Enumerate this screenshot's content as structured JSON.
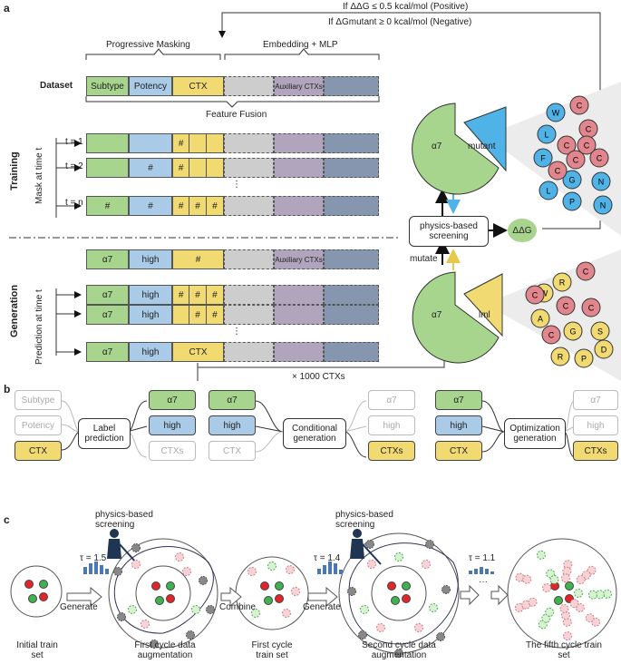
{
  "panel_labels": {
    "a": "a",
    "b": "b",
    "c": "c"
  },
  "top_conditions": {
    "positive": "If  ΔΔG ≤ 0.5 kcal/mol (Positive)",
    "negative": "If  ΔGmutant ≥ 0 kcal/mol (Negative)"
  },
  "headers": {
    "progressive": "Progressive Masking",
    "embedding": "Embedding + MLP",
    "dataset": "Dataset",
    "feature_fusion": "Feature Fusion"
  },
  "dataset_bar": {
    "subtype": "Subtype",
    "potency": "Potency",
    "ctx": "CTX",
    "aux": "Auxiliary CTXs"
  },
  "training": {
    "label": "Training",
    "mask_label": "Mask at time t",
    "t1": "t = 1",
    "t2": "t = 2",
    "tn": "t = n",
    "hash": "#",
    "dots": "⋮"
  },
  "generation": {
    "label": "Generation",
    "pred_label": "Prediction at time t",
    "a7": "α7",
    "high": "high",
    "hash": "#",
    "ctx": "CTX",
    "aux": "Auxiliary CTXs",
    "dots": "⋮",
    "count": "× 1000 CTXs"
  },
  "screening": {
    "box": "physics-based screening",
    "mutate": "mutate",
    "ddg": "ΔΔG",
    "a7": "α7",
    "mutant": "mutant",
    "lml": "lml"
  },
  "seq_top": [
    "W",
    "C",
    "C",
    "L",
    "C",
    "F",
    "C",
    "C",
    "G",
    "N",
    "L",
    "P",
    "N",
    "C",
    "C"
  ],
  "seq_bottom": [
    "W",
    "R",
    "C",
    "A",
    "C",
    "C",
    "G",
    "S",
    "C",
    "R",
    "P",
    "D",
    "C"
  ],
  "panel_b": {
    "g1": {
      "in": [
        "Subtype",
        "Potency",
        "CTX"
      ],
      "box": "Label prediction",
      "out": [
        "α7",
        "high",
        "CTXs"
      ]
    },
    "g2": {
      "in": [
        "α7",
        "high",
        "CTX"
      ],
      "box": "Conditional generation",
      "out": [
        "α7",
        "high",
        "CTXs"
      ]
    },
    "g3": {
      "in": [
        "α7",
        "high",
        "CTX"
      ],
      "box": "Optimization generation",
      "out": [
        "α7",
        "high",
        "CTXs"
      ]
    }
  },
  "panel_c": {
    "screening1": "physics-based screening",
    "screening2": "physics-based screening",
    "tau1": "τ = 1.5",
    "tau2": "τ = 1.4",
    "tau3": "τ = 1.1",
    "dots": "···",
    "generate": "Generate",
    "combine": "Combine",
    "cap1": "Initial train set",
    "cap2": "First cycle data augmentation",
    "cap3": "First cycle train set",
    "cap4": "Second cycle data augmentation",
    "cap5": "The fifth cycle train set"
  },
  "colors": {
    "green": "#a8d58d",
    "blue": "#a9cbe8",
    "yellow": "#f1da72",
    "red": "#e0868c",
    "accent_blue": "#4fb3e8"
  }
}
